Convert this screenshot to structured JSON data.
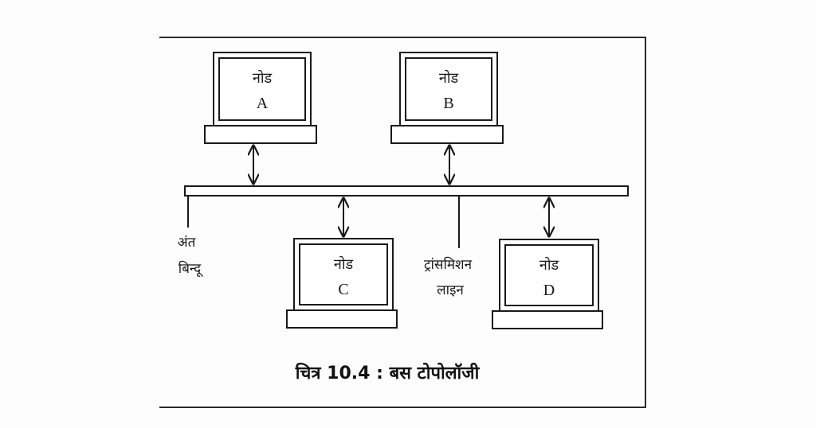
{
  "nodes": [
    {
      "label": "नोड",
      "letter": "A"
    },
    {
      "label": "नोड",
      "letter": "B"
    },
    {
      "label": "नोड",
      "letter": "C"
    },
    {
      "label": "नोड",
      "letter": "D"
    }
  ],
  "end_point": {
    "line1": "अंत",
    "line2": "बिन्दू"
  },
  "transmission_line": {
    "line1": "ट्रांसमिशन",
    "line2": "लाइन"
  },
  "caption": "चित्र 10.4 : बस टोपोलॉजी",
  "colors": {
    "ink": "#1a1a1a",
    "paper": "#fdfdfd"
  }
}
